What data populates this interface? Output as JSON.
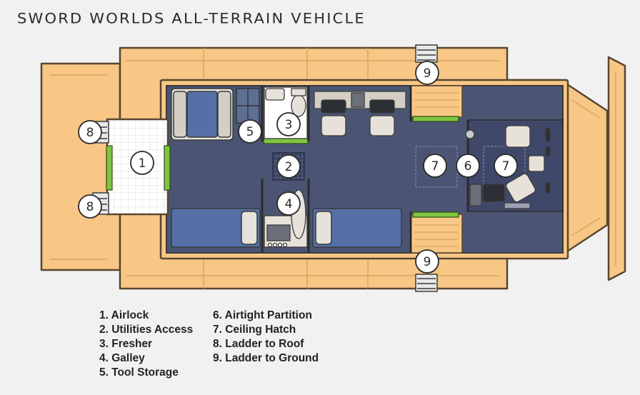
{
  "title": "SWORD WORLDS ALL-TERRAIN VEHICLE",
  "colors": {
    "hull": "#f8c786",
    "hull_outline": "#5a4630",
    "hull_panel_line": "#d8a660",
    "cabin_floor": "#4b5573",
    "cabin_floor_dark": "#3f4763",
    "bed": "#5570a6",
    "door": "#7fc540",
    "fixture": "#e6e2da",
    "airlock_floor": "#ffffff"
  },
  "icons": {
    "bed": "bed-icon",
    "seat": "seat-icon",
    "door": "door-icon",
    "ladder": "ladder-icon",
    "toilet": "toilet-icon",
    "stove": "stove-icon",
    "locker": "locker-icon"
  },
  "markers": [
    "1",
    "2",
    "3",
    "4",
    "5",
    "6",
    "7",
    "7",
    "8",
    "8",
    "9",
    "9"
  ],
  "legend": {
    "left": [
      "1. Airlock",
      "2. Utilities Access",
      "3. Fresher",
      "4. Galley",
      "5. Tool Storage"
    ],
    "right": [
      "6. Airtight Partition",
      "7. Ceiling Hatch",
      "8. Ladder to Roof",
      "9. Ladder to Ground"
    ]
  }
}
